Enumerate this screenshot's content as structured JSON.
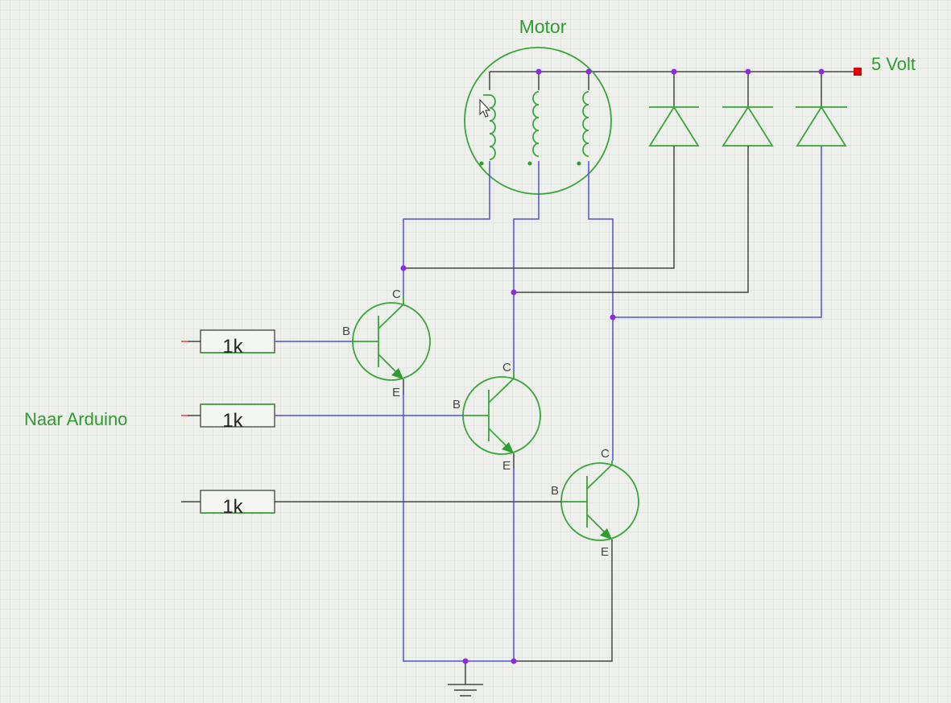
{
  "labels": {
    "motor": "Motor",
    "supply": "5 Volt",
    "input": "Naar Arduino"
  },
  "resistors": [
    {
      "value": "1k"
    },
    {
      "value": "1k"
    },
    {
      "value": "1k"
    }
  ],
  "transistor_terminals": {
    "collector": "C",
    "base": "B",
    "emitter": "E"
  },
  "colors": {
    "component": "#3aa53a",
    "label": "#2e9c2e",
    "wire": "#444444",
    "wire_signal": "#5050e0",
    "node": "#8a2be2",
    "supply_terminal": "#e00000"
  }
}
